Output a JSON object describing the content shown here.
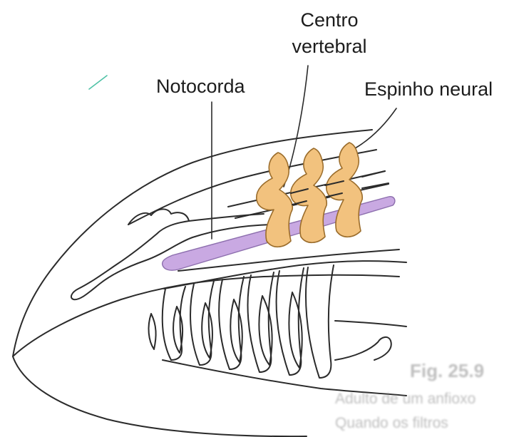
{
  "labels": {
    "centro_line1": "Centro",
    "centro_line2": "vertebral",
    "notocorda": "Notocorda",
    "espinho": "Espinho neural"
  },
  "bleed_through": {
    "fig": "Fig. 25.9",
    "line1": "Adulto de um anfioxo",
    "line2": "Quando os filtros"
  },
  "colors": {
    "outline": "#2b2b2b",
    "notochord": "#c9a9e2",
    "notochord_edge": "#8d6fae",
    "vertebra": "#f2c27e",
    "vertebra_edge": "#9b6d2c",
    "teal_mark": "#4fc2a6",
    "bleed_text": "#8a8a8a"
  }
}
